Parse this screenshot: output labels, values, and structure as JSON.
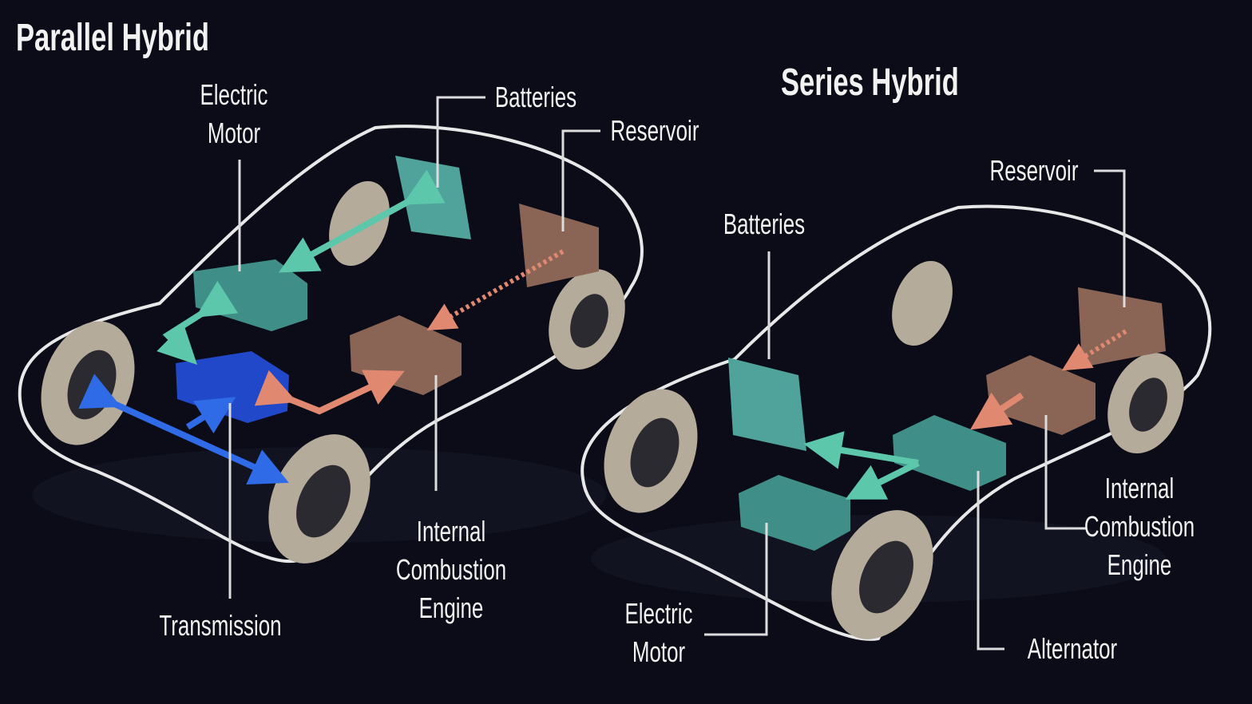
{
  "parallel": {
    "title": "Parallel Hybrid",
    "labels": {
      "electric_motor": [
        "Electric",
        "Motor"
      ],
      "batteries": "Batteries",
      "reservoir": "Reservoir",
      "transmission": "Transmission",
      "ice": [
        "Internal",
        "Combustion",
        "Engine"
      ]
    }
  },
  "series": {
    "title": "Series Hybrid",
    "labels": {
      "reservoir": "Reservoir",
      "batteries": "Batteries",
      "ice": [
        "Internal",
        "Combustion",
        "Engine"
      ],
      "electric_motor": [
        "Electric",
        "Motor"
      ],
      "alternator": "Alternator"
    }
  },
  "colors": {
    "background": "#0b0c17",
    "electric": "#4fa39a",
    "transmission": "#2148c8",
    "fuel": "#e08870",
    "engine": "#8a6556",
    "tire": "#b5ab9a"
  }
}
